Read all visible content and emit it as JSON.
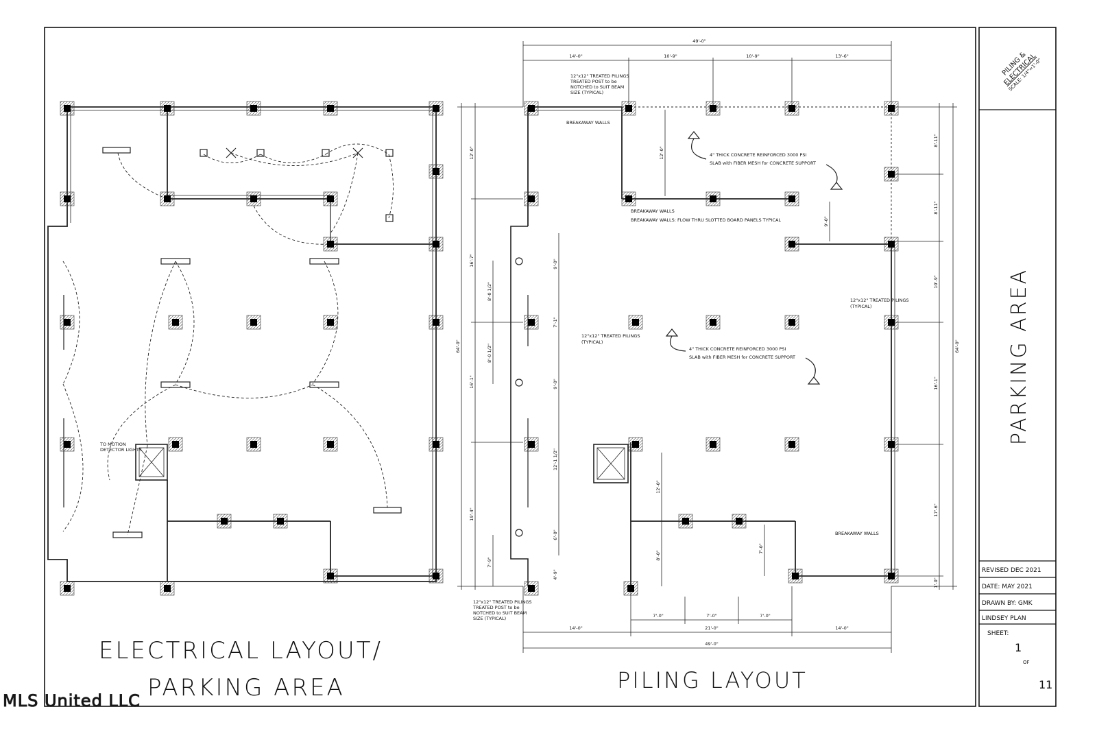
{
  "titles": {
    "electrical_line1": "ELECTRICAL LAYOUT/",
    "electrical_line2": "PARKING AREA",
    "piling": "PILING LAYOUT"
  },
  "watermark": "MLS United LLC",
  "title_block": {
    "corner_line1": "PILING &",
    "corner_line2": "ELECTRICAL",
    "corner_scale": "SCALE: 1/4\"=1'-0\"",
    "vertical_title": "PARKING AREA",
    "revised": "REVISED DEC 2021",
    "date": "DATE: MAY 2021",
    "drawn_by": "DRAWN BY: GMK",
    "plan": "LINDSEY PLAN",
    "sheet_label": "SHEET:",
    "sheet_number": "1",
    "of_label": "OF",
    "sheet_total": "11"
  },
  "notes": {
    "breakaway_1": "BREAKAWAY WALLS",
    "breakaway_2": "BREAKAWAY WALLS",
    "breakaway_flow": "BREAKAWAY WALLS: FLOW THRU SLOTTED BOARD PANELS TYPICAL",
    "breakaway_3": "BREAKAWAY WALLS",
    "slab1_line1": "4\" THICK CONCRETE REINFORCED 3000 PSI",
    "slab1_line2": "SLAB with FIBER MESH for CONCRETE SUPPORT",
    "slab2_line1": "4\" THICK CONCRETE REINFORCED 3000 PSI",
    "slab2_line2": "SLAB with FIBER MESH for CONCRETE SUPPORT",
    "piling_top_l1": "12\"x12\" TREATED PILINGS",
    "piling_top_l2": "TREATED POST to be",
    "piling_top_l3": "NOTCHED to SUIT BEAM",
    "piling_top_l4": "SIZE (TYPICAL)",
    "piling_bot_l1": "12\"x12\" TREATED PILINGS",
    "piling_bot_l2": "TREATED POST to be",
    "piling_bot_l3": "NOTCHED to SUIT BEAM",
    "piling_bot_l4": "SIZE (TYPICAL)",
    "piling_mid_l1": "12\"x12\" TREATED PILINGS",
    "piling_mid_l2": "(TYPICAL)",
    "piling_right_l1": "12\"x12\" TREATED PILINGS",
    "piling_right_l2": "(TYPICAL)",
    "motion_l1": "TO MOTION",
    "motion_l2": "DETECTOR LIGHTS"
  },
  "dimensions": {
    "top_overall": "49'-0\"",
    "top_1": "14'-0\"",
    "top_2": "10'-9\"",
    "top_3": "10'-9\"",
    "top_4": "13'-6\"",
    "bottom_overall": "49'-0\"",
    "bottom_1": "14'-0\"",
    "bottom_2": "21'-0\"",
    "bottom_3": "14'-0\"",
    "bottom_sub_1": "7'-0\"",
    "bottom_sub_2": "7'-0\"",
    "bottom_sub_3": "7'-0\"",
    "left_overall": "64'-0\"",
    "left_1": "12'-0\"",
    "left_2": "16'-7\"",
    "left_3": "16'-1\"",
    "left_4": "19'-4\"",
    "left_inner_1": "8'-0 1/2\"",
    "left_inner_2": "8'-0 1/2\"",
    "left_inner_3": "7'-9\"",
    "stair_1": "9'-0\"",
    "stair_2": "7'-1\"",
    "stair_3": "9'-0\"",
    "stair_4": "12'-1 1/2\"",
    "stair_5": "6'-0\"",
    "stair_6": "4'-9\"",
    "inner_a": "12'-0\"",
    "inner_b": "9'-0\"",
    "inner_c": "12'-0\"",
    "inner_d": "8'-0\"",
    "inner_e": "7'-0\"",
    "right_overall": "64'-0\"",
    "right_1": "8'-11\"",
    "right_2": "8'-11\"",
    "right_3": "10'-9\"",
    "right_4": "16'-1\"",
    "right_5": "17'-6\"",
    "right_6": "1'-0\""
  }
}
